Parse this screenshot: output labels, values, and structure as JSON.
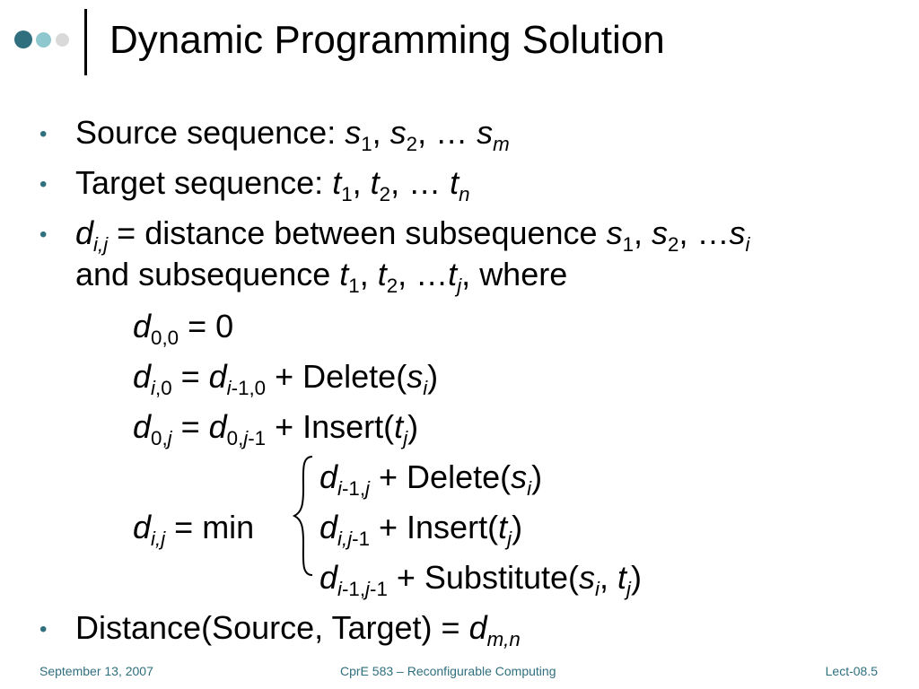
{
  "slide": {
    "title": "Dynamic Programming Solution",
    "bullets": {
      "source_label": "Source sequence:",
      "target_label": "Target sequence:",
      "distance_desc_1": "distance between subsequence",
      "distance_desc_2": "and subsequence",
      "where": "where",
      "final_label": "Distance(Source, Target)"
    },
    "ops": {
      "delete": "Delete",
      "insert": "Insert",
      "substitute": "Substitute",
      "min": "min"
    }
  },
  "footer": {
    "date": "September 13, 2007",
    "course": "CprE 583 – Reconfigurable Computing",
    "lecture": "Lect-08.5"
  },
  "colors": {
    "accent": "#2f6f7e",
    "dot_dark": "#2f6f7e",
    "dot_mid": "#8fc7cf",
    "dot_light": "#d9d9d9"
  }
}
